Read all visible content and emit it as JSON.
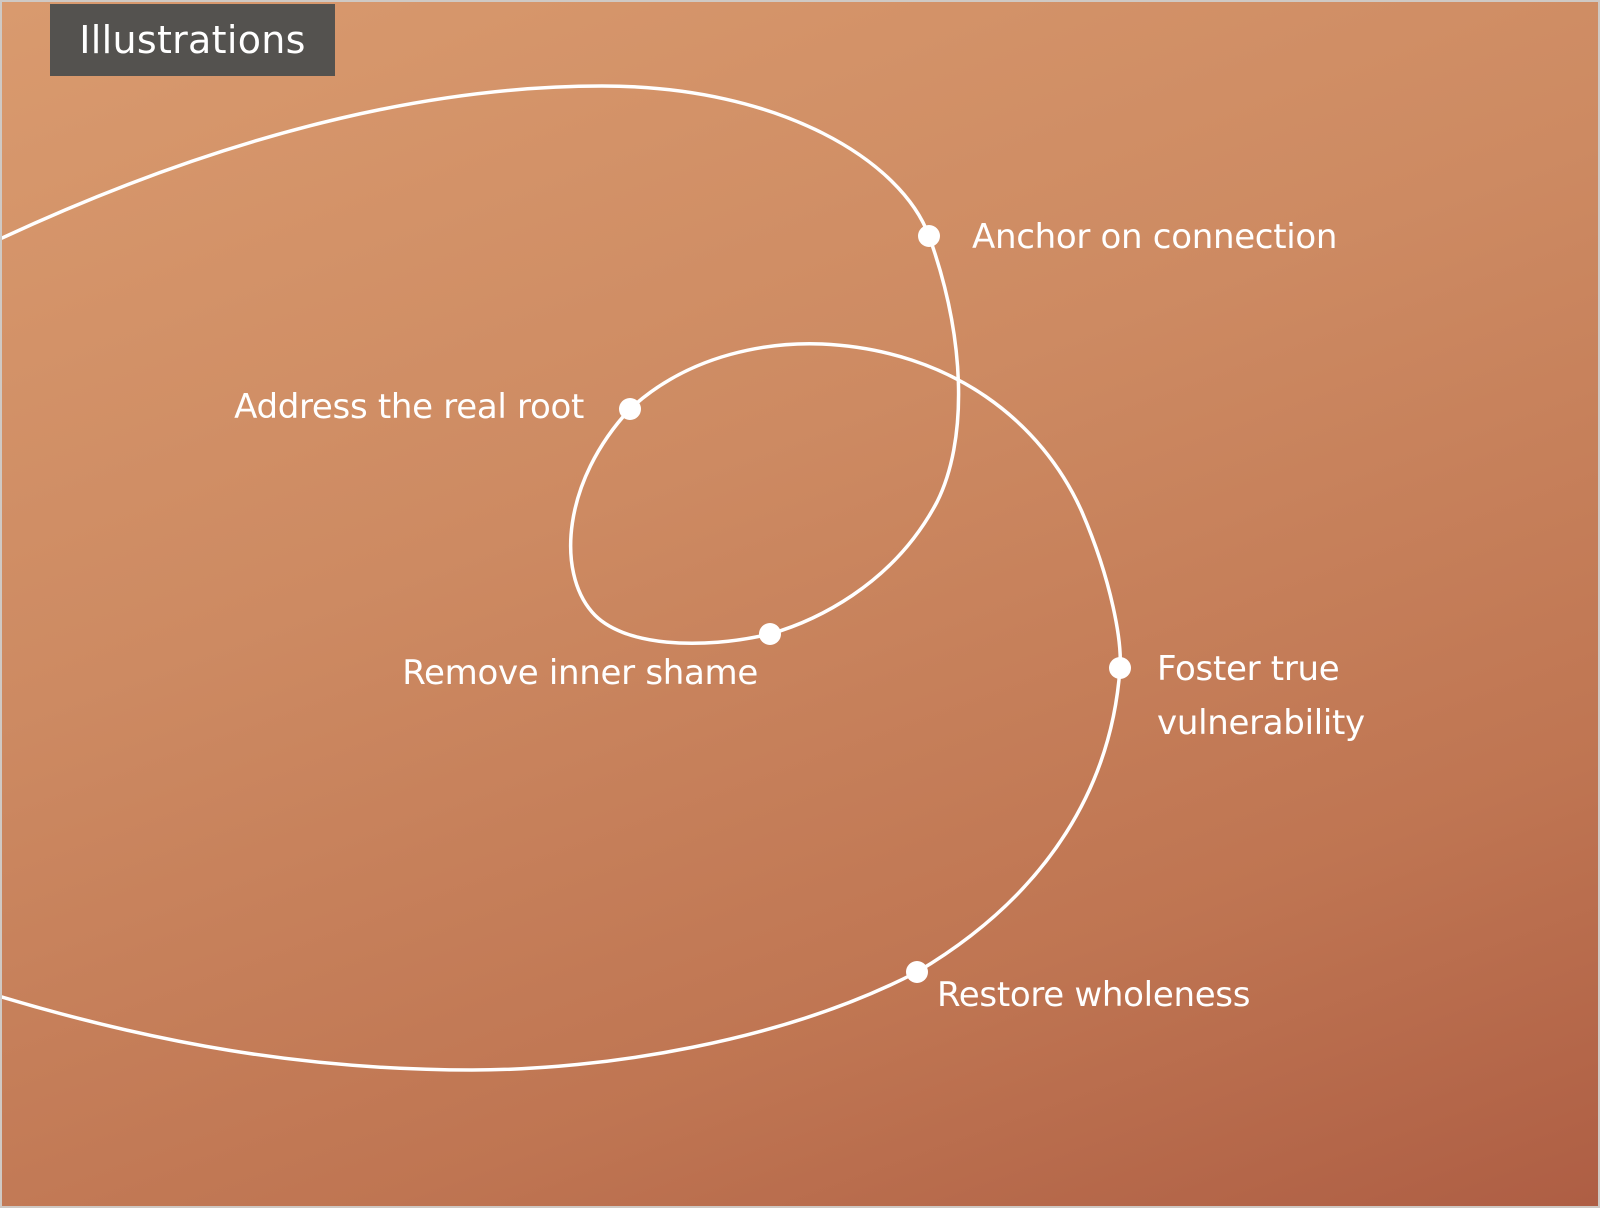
{
  "header": {
    "tag_label": "Illustrations"
  },
  "colors": {
    "background_start": "#d99a6e",
    "background_end": "#ae5e44",
    "line": "#ffffff",
    "tag_background": "#54524f"
  },
  "nodes": [
    {
      "id": "anchor",
      "label": "Anchor on connection"
    },
    {
      "id": "address",
      "label": "Address the real root"
    },
    {
      "id": "remove",
      "label": "Remove inner shame"
    },
    {
      "id": "foster",
      "label_line1": "Foster true",
      "label_line2": "vulnerability"
    },
    {
      "id": "restore",
      "label": "Restore wholeness"
    }
  ]
}
